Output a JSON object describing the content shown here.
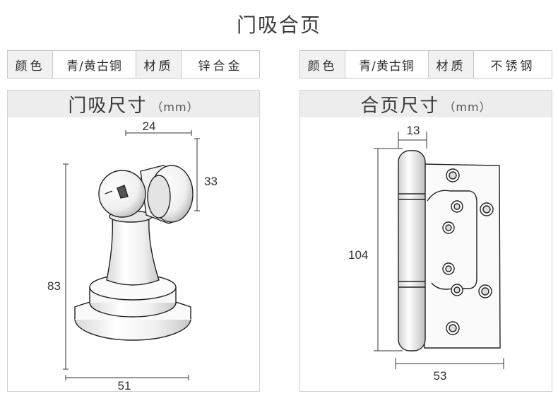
{
  "title": "门吸合页",
  "specs_left": {
    "color_key": "颜色",
    "color_value": "青/黄古铜",
    "material_key": "材质",
    "material_value": "锌合金"
  },
  "specs_right": {
    "color_key": "颜色",
    "color_value": "青/黄古铜",
    "material_key": "材质",
    "material_value": "不锈钢"
  },
  "door_stop": {
    "heading": "门吸尺寸",
    "unit": "（mm）",
    "dims": {
      "top_width": "24",
      "head_height": "33",
      "total_height": "83",
      "base_width": "51"
    }
  },
  "hinge": {
    "heading": "合页尺寸",
    "unit": "（mm）",
    "dims": {
      "knuckle_width": "13",
      "height": "104",
      "width": "53"
    }
  }
}
